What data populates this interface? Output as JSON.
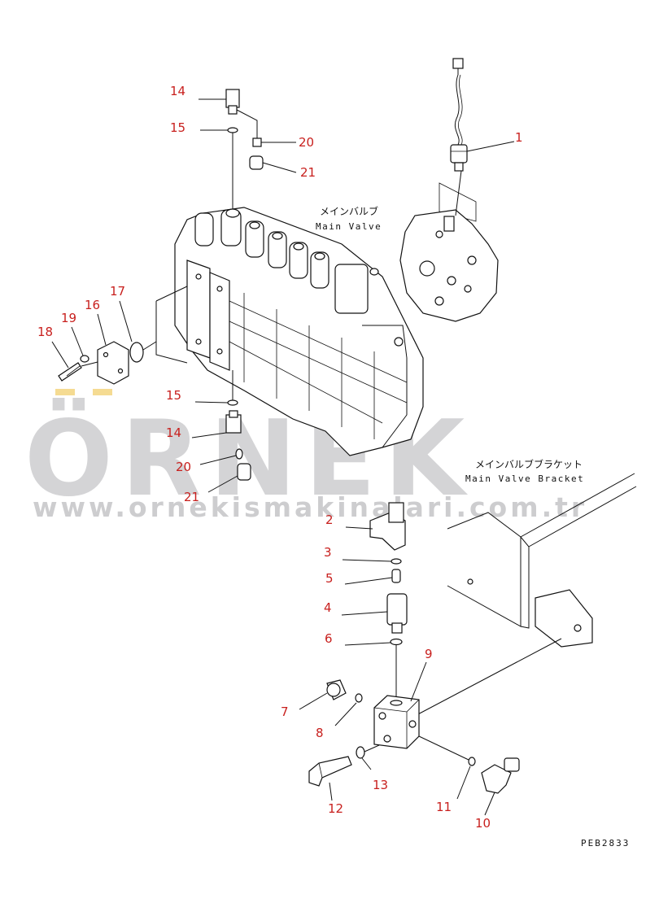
{
  "labels": {
    "main_valve_jp": "メインバルブ",
    "main_valve_en": "Main Valve",
    "bracket_jp": "メインバルブブラケット",
    "bracket_en": "Main Valve Bracket",
    "drawing_code": "PEB2833"
  },
  "callouts": {
    "c1": "1",
    "c2": "2",
    "c3": "3",
    "c4": "4",
    "c5": "5",
    "c6": "6",
    "c7": "7",
    "c8": "8",
    "c9": "9",
    "c10": "10",
    "c11": "11",
    "c12": "12",
    "c13": "13",
    "c14a": "14",
    "c15a": "15",
    "c20a": "20",
    "c21a": "21",
    "c14b": "14",
    "c15b": "15",
    "c20b": "20",
    "c21b": "21",
    "c16": "16",
    "c17": "17",
    "c18": "18",
    "c19": "19"
  },
  "watermark": {
    "brand": "ÖRNEK",
    "url": "www.ornekismakinalari.com.tr"
  },
  "colors": {
    "callout": "#c8201e",
    "line": "#111111",
    "watermark": "#cfcfd1"
  }
}
